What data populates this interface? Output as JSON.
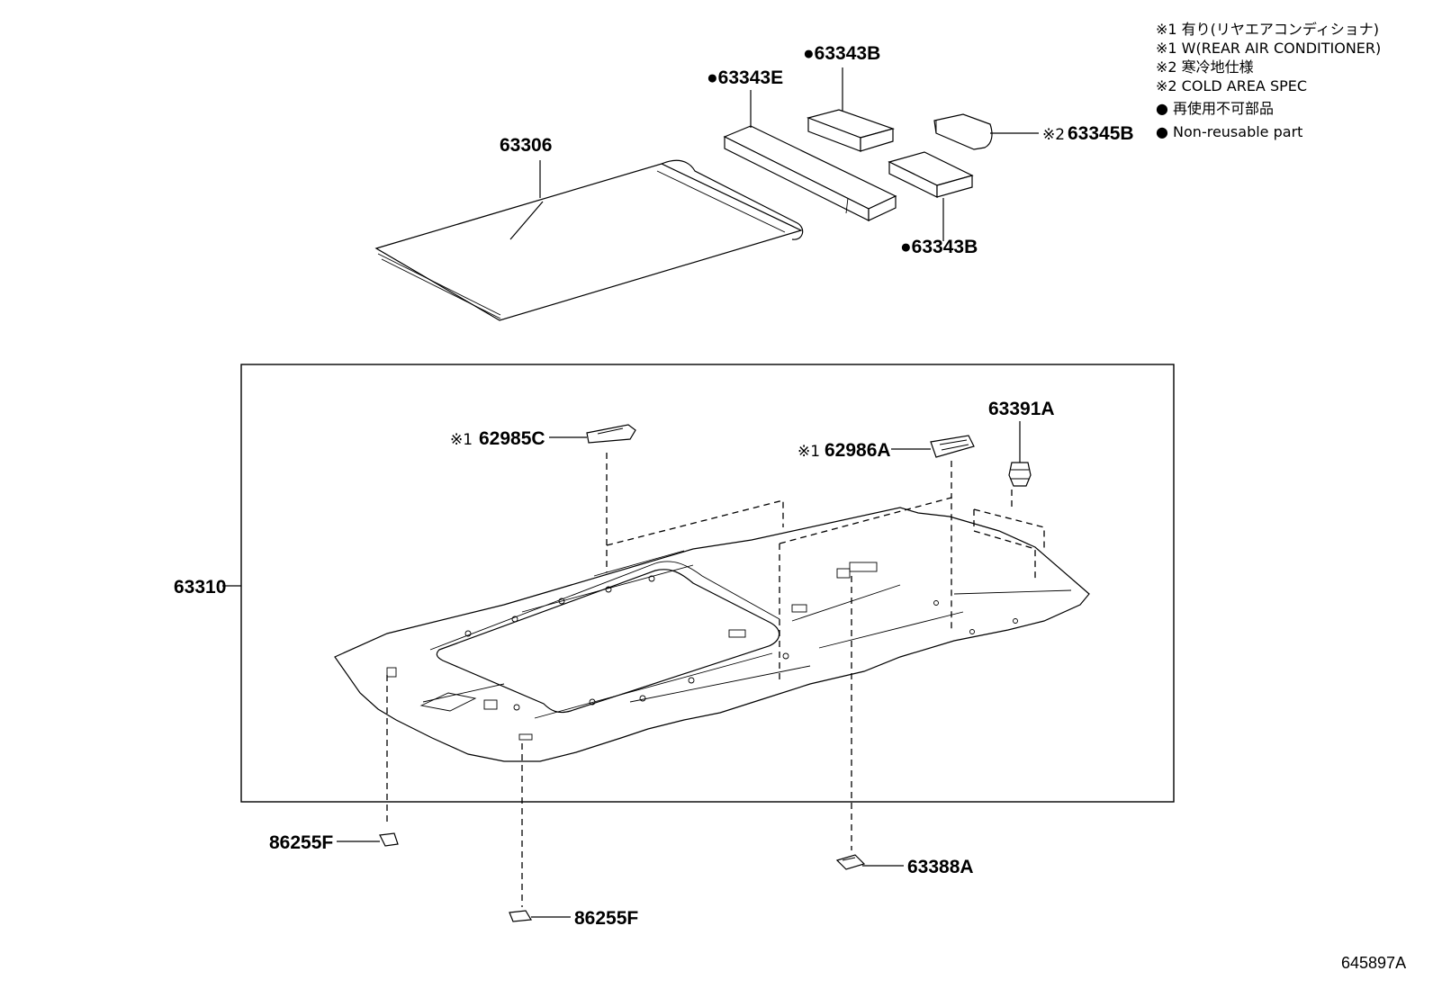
{
  "legend": {
    "lines": [
      "※1 有り(リヤエアコンディショナ)",
      "※1 W(REAR AIR CONDITIONER)",
      "※2 寒冷地仕様",
      "※2 COLD AREA SPEC",
      "● 再使用不可部品",
      "● Non-reusable part"
    ]
  },
  "parts": {
    "p63306": "63306",
    "p63343E": "●63343E",
    "p63343B_top": "●63343B",
    "p63343B_bottom": "●63343B",
    "p63345B_mark": "※2",
    "p63345B": "63345B",
    "p63391A": "63391A",
    "p62985C_mark": "※1",
    "p62985C": "62985C",
    "p62986A_mark": "※1",
    "p62986A": "62986A",
    "p63310": "63310",
    "p86255F_left": "86255F",
    "p86255F_bottom": "86255F",
    "p63388A": "63388A"
  },
  "diagram_id": "645897A",
  "icons": [
    "roof-liner-icon",
    "pad-icon",
    "insulator-icon",
    "headliner-icon",
    "clip-icon",
    "retainer-icon",
    "vent-icon"
  ]
}
